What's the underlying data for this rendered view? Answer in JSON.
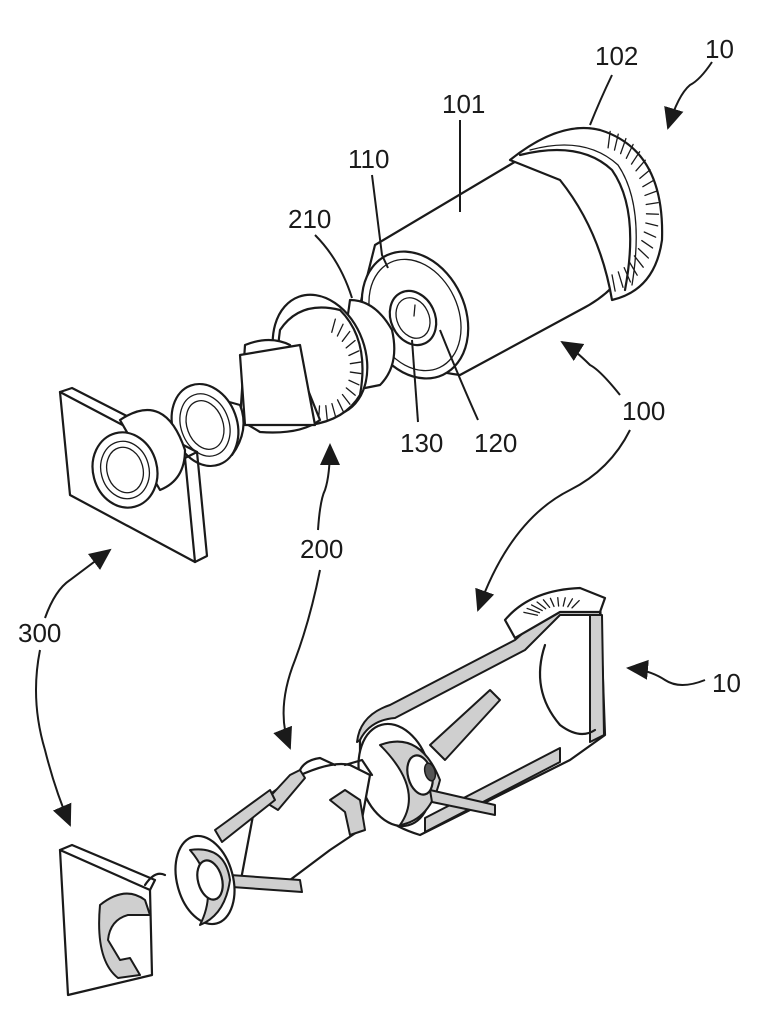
{
  "labels": {
    "assembly_top": "10",
    "cap_ring": "102",
    "body": "101",
    "label_110": "110",
    "label_210": "210",
    "label_130": "130",
    "label_120": "120",
    "container": "100",
    "nozzle": "200",
    "plate": "300",
    "assembly_bottom": "10"
  },
  "colors": {
    "line": "#1a1a1a",
    "section_hatch": "#cfcfcf",
    "background": "#ffffff"
  }
}
